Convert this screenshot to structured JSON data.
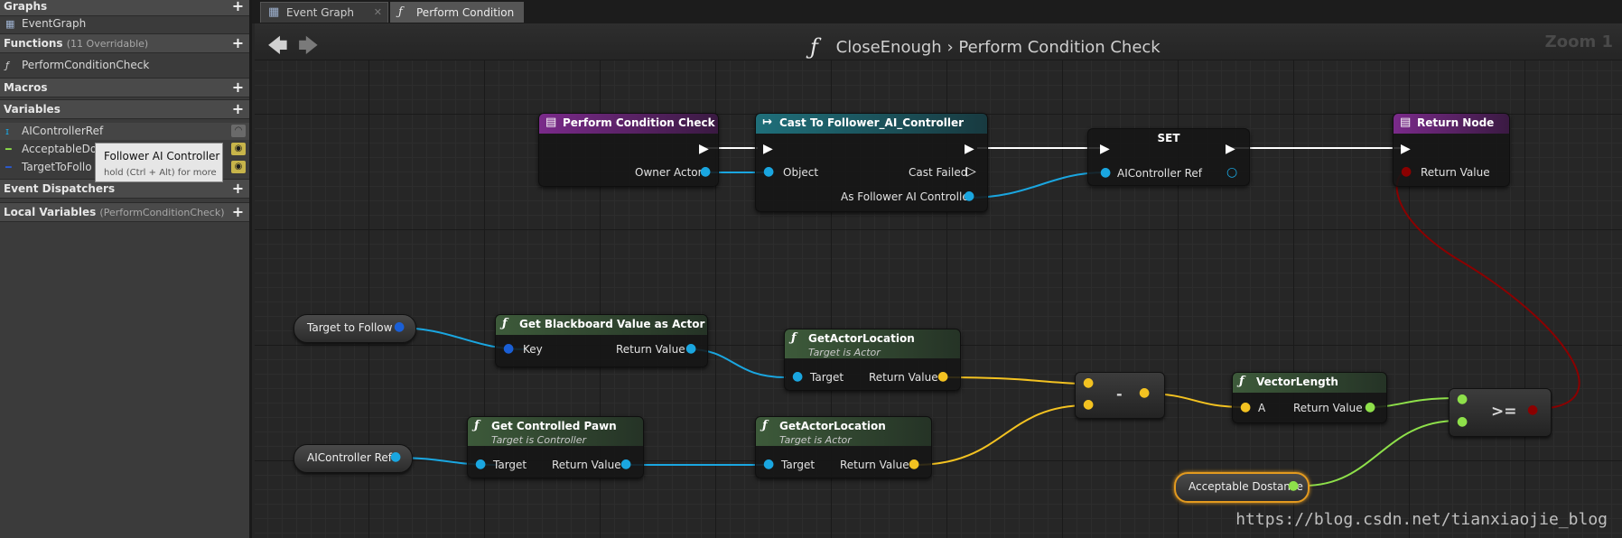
{
  "left_panel": {
    "graphs": {
      "title": "Graphs",
      "items": [
        "EventGraph"
      ]
    },
    "functions": {
      "title": "Functions",
      "sub": "(11 Overridable)",
      "items": [
        "PerformConditionCheck"
      ]
    },
    "macros": {
      "title": "Macros"
    },
    "variables": {
      "title": "Variables",
      "items": [
        "AIControllerRef",
        "AcceptableDo",
        "TargetToFollo"
      ]
    },
    "event_dispatchers": {
      "title": "Event Dispatchers"
    },
    "local_variables": {
      "title": "Local Variables",
      "sub": "(PerformConditionCheck)"
    },
    "tooltip": {
      "title": "Follower AI Controller",
      "hint": "hold (Ctrl + Alt) for more"
    }
  },
  "tabs": [
    {
      "label": "Event Graph",
      "icon": "event-graph-icon",
      "active": false
    },
    {
      "label": "Perform Condition",
      "icon": "function-icon",
      "active": true
    }
  ],
  "breadcrumb": {
    "root": "CloseEnough",
    "current": "Perform Condition Check"
  },
  "zoom": "Zoom 1",
  "watermark": "https://blog.csdn.net/tianxiaojie_blog",
  "nodes": {
    "perform_condition_check": {
      "title": "Perform Condition Check",
      "out_pin": "Owner Actor"
    },
    "cast": {
      "title": "Cast To Follower_AI_Controller",
      "in_pin": "Object",
      "fail_pin": "Cast Failed",
      "out_pin": "As Follower AI Controller"
    },
    "set": {
      "title": "SET",
      "in_pin": "AIController Ref"
    },
    "return_node": {
      "title": "Return Node",
      "in_pin": "Return Value"
    },
    "target_to_follow": {
      "label": "Target to Follow"
    },
    "get_bb": {
      "title": "Get Blackboard Value as Actor",
      "in_pin": "Key",
      "out_pin": "Return Value"
    },
    "get_loc_1": {
      "title": "GetActorLocation",
      "sub": "Target is Actor",
      "in_pin": "Target",
      "out_pin": "Return Value"
    },
    "aicontroller_ref": {
      "label": "AIController Ref"
    },
    "get_pawn": {
      "title": "Get Controlled Pawn",
      "sub": "Target is Controller",
      "in_pin": "Target",
      "out_pin": "Return Value"
    },
    "get_loc_2": {
      "title": "GetActorLocation",
      "sub": "Target is Actor",
      "in_pin": "Target",
      "out_pin": "Return Value"
    },
    "subtract": {
      "label": "-"
    },
    "vector_length": {
      "title": "VectorLength",
      "in_pin": "A",
      "out_pin": "Return Value"
    },
    "compare": {
      "label": ">="
    },
    "acceptable_distance": {
      "label": "Acceptable Dostance"
    }
  },
  "colors": {
    "function_header": "#7a2a8a",
    "cast_header": "#1f6f7a",
    "pure_header": "#3d5a3a",
    "object_pin": "#1aa6e0",
    "vector_pin": "#f3c221",
    "float_pin": "#8ee04a",
    "bool_pin": "#8b0000",
    "exec_wire": "#ffffff"
  }
}
